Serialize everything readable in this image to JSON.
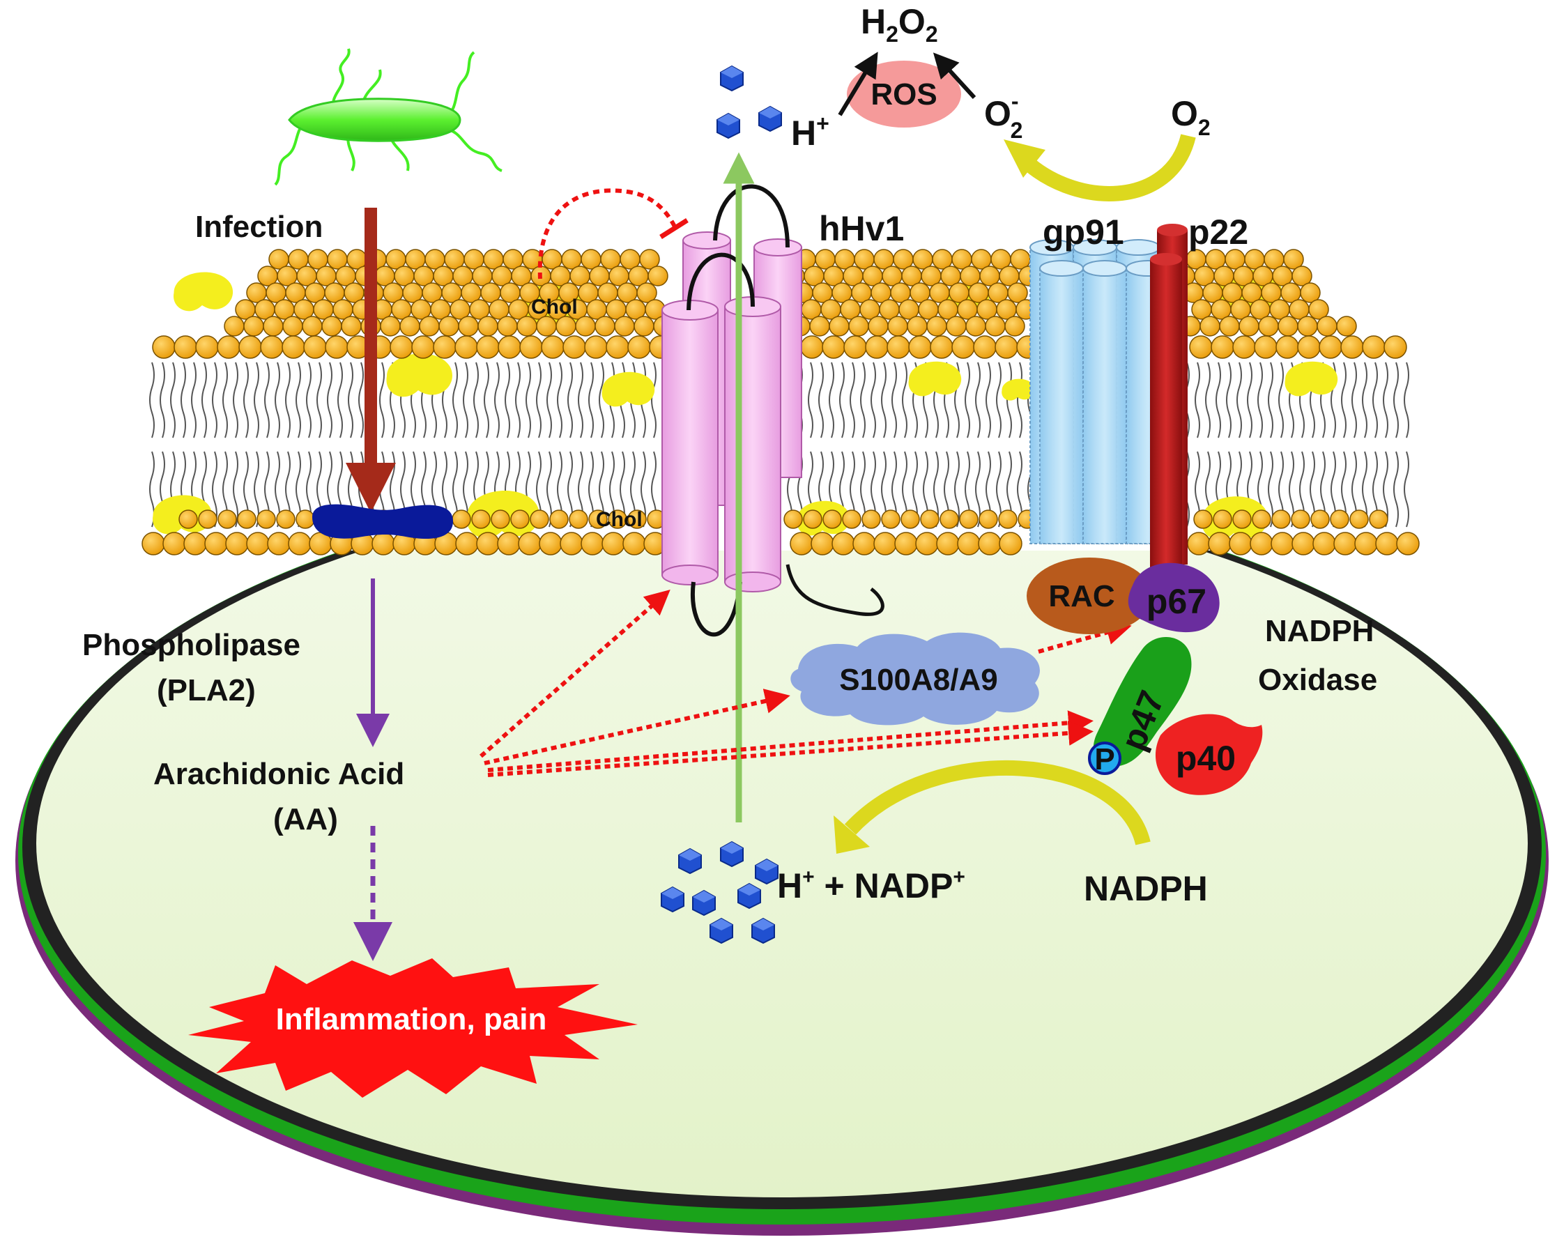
{
  "labels": {
    "infection": "Infection",
    "h2o2_h": "H",
    "h2o2_sub1": "2",
    "h2o2_o": "O",
    "h2o2_sub2": "2",
    "ros": "ROS",
    "h_plus_base": "H",
    "h_plus_sup": "+",
    "superoxide_base": "O",
    "superoxide_sup": "-",
    "superoxide_sub": "2",
    "oxygen_base": "O",
    "oxygen_sub": "2",
    "hhv1": "hHv1",
    "gp91": "gp91",
    "p22": "p22",
    "chol_top": "Chol",
    "chol_bottom": "Chol",
    "phospholipase": "Phospholipase",
    "pla2": "(PLA2)",
    "arachidonic_acid": "Arachidonic Acid",
    "aa": "(AA)",
    "inflammation": "Inflammation, pain",
    "s100": "S100A8/A9",
    "rac": "RAC",
    "p67": "p67",
    "p47": "p47",
    "p40": "p40",
    "phospho": "P",
    "nadph_oxidase_1": "NADPH",
    "nadph_oxidase_2": "Oxidase",
    "h_nadp_h": "H",
    "h_nadp_sup1": "+",
    "h_nadp_plus": " + NADP",
    "h_nadp_sup2": "+",
    "nadph": "NADPH"
  },
  "colors": {
    "cell_interior": "#eef8dd",
    "cell_rim": "#1aa31a",
    "lipid_head": "#f5ad14",
    "cholesterol": "#f4ee1e",
    "channel": "#f2b6ec",
    "gp91": "#a9d8f5",
    "p22": "#b51818",
    "infection_arrow": "#a52a1a",
    "pla2_enzyme": "#0a1a9a",
    "pathway_arrow": "#7a3aa8",
    "red_dotted": "#ee1111",
    "green_arrow": "#8cc860",
    "yellow_arrow": "#dcd81e",
    "ros": "#f59a9a",
    "rac": "#b85a1c",
    "p67": "#6a2d9e",
    "p47": "#1aa01a",
    "p40": "#ee2222",
    "phospho": "#22aaee",
    "s100": "#8fa7df",
    "proton": "#2050d0",
    "burst": "#ff1111"
  }
}
